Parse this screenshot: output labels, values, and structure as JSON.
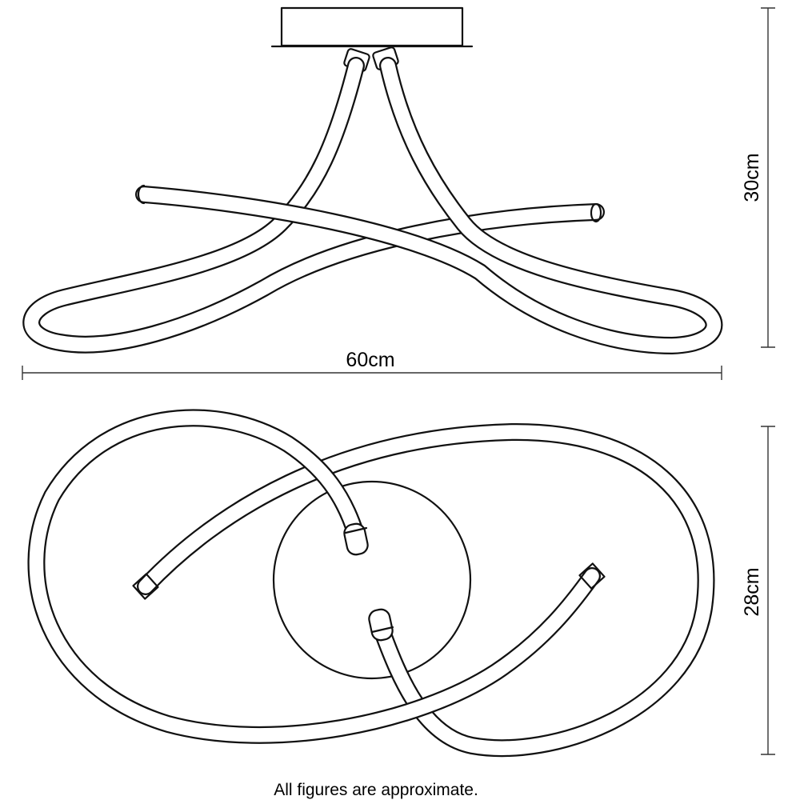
{
  "dimensions": {
    "width": "60cm",
    "height": "30cm",
    "depth": "28cm"
  },
  "footer": {
    "note": "All figures are approximate."
  },
  "colors": {
    "line": "#111111",
    "background": "#ffffff"
  }
}
